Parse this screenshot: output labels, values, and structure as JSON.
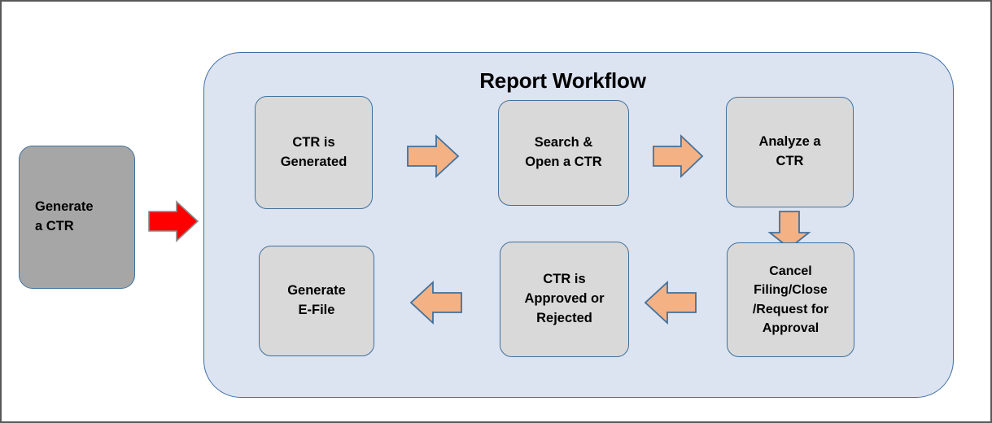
{
  "diagram": {
    "title": "Report Workflow",
    "colors": {
      "container_fill": "#DCE3F1",
      "container_border": "#3E6EA8",
      "node_fill": "#D9D9D9",
      "node_border": "#41719C",
      "start_node_fill": "#A6A6A6",
      "arrow_orange_fill": "#F4B183",
      "arrow_orange_border": "#41719C",
      "arrow_red_fill": "#FF0000",
      "arrow_red_border": "#808080",
      "page_border": "#595959",
      "text": "#000000"
    },
    "start_node": {
      "label": "Generate\na CTR"
    },
    "nodes": [
      {
        "id": "ctr-generated",
        "label": "CTR is\nGenerated"
      },
      {
        "id": "search-open",
        "label": "Search &\nOpen a CTR"
      },
      {
        "id": "analyze",
        "label": "Analyze a\nCTR"
      },
      {
        "id": "cancel-filing",
        "label": "Cancel\nFiling/Close\n/Request for\nApproval"
      },
      {
        "id": "approved",
        "label": "CTR is\nApproved or\nRejected"
      },
      {
        "id": "generate-efile",
        "label": "Generate\nE-File"
      }
    ],
    "arrows": [
      {
        "id": "start-to-workflow",
        "direction": "right",
        "color": "red",
        "icon": "arrow-right-icon"
      },
      {
        "id": "generated-to-search",
        "direction": "right",
        "color": "orange",
        "icon": "arrow-right-icon"
      },
      {
        "id": "search-to-analyze",
        "direction": "right",
        "color": "orange",
        "icon": "arrow-right-icon"
      },
      {
        "id": "analyze-to-cancel",
        "direction": "down",
        "color": "orange",
        "icon": "arrow-down-icon"
      },
      {
        "id": "cancel-to-approved",
        "direction": "left",
        "color": "orange",
        "icon": "arrow-left-icon"
      },
      {
        "id": "approved-to-generate-efile",
        "direction": "left",
        "color": "orange",
        "icon": "arrow-left-icon"
      }
    ]
  }
}
